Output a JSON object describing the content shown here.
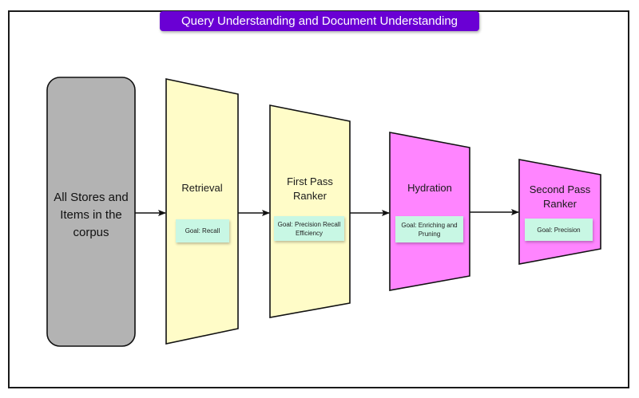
{
  "title": "Query Understanding and Document Understanding",
  "source": {
    "label": "All Stores and Items in the corpus",
    "color": "#b3b3b3"
  },
  "stages": [
    {
      "name": "Retrieval",
      "goal": "Goal: Recall",
      "color": "#fffcc8"
    },
    {
      "name": "First Pass Ranker",
      "goal": "Goal: Precision Recall Efficiency",
      "color": "#fffcc8"
    },
    {
      "name": "Hydration",
      "goal": "Goal: Enriching and Pruning",
      "color": "#ff85ff"
    },
    {
      "name": "Second Pass Ranker",
      "goal": "Goal: Precision",
      "color": "#ff85ff"
    }
  ],
  "colors": {
    "title_bg": "#6a00d4",
    "goal_bg": "#c8f7e4",
    "stroke": "#1a1a1a"
  }
}
